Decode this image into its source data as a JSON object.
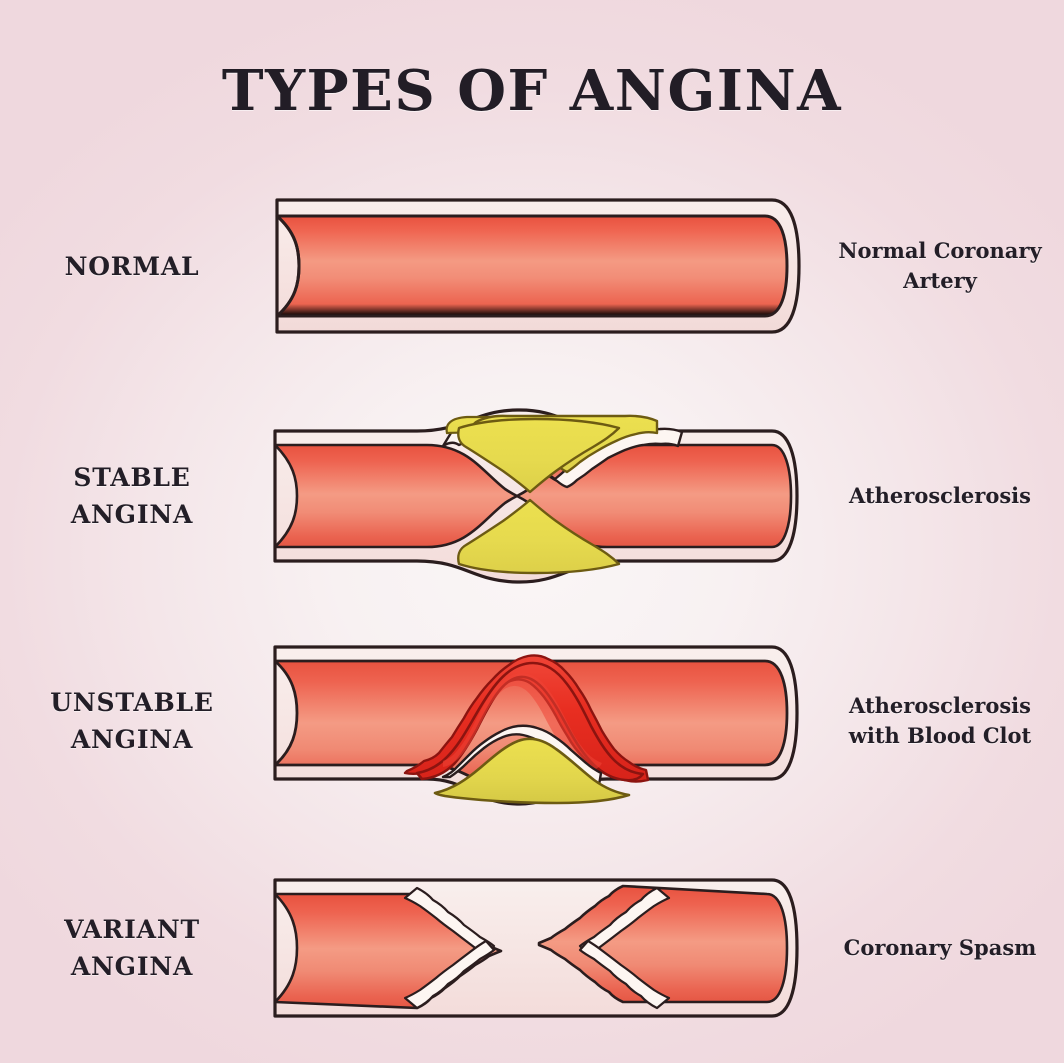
{
  "poster": {
    "title": "TYPES OF ANGINA",
    "background_color": "#f2dde1",
    "background_center_color": "#faf6f6",
    "text_color": "#231e27"
  },
  "palette": {
    "lumen_dark": "#ee5a48",
    "lumen_mid": "#f3947d",
    "wall_fill": "#f7e7e6",
    "wall_outline": "#2b1d1e",
    "plaque_yellow": "#e7dc50",
    "plaque_outline": "#6d5b12",
    "clot_red": "#e62a1d",
    "clot_outline": "#8c1410",
    "intima_white": "#fdf6f2"
  },
  "rows": [
    {
      "id": "normal",
      "left_label": [
        "NORMAL"
      ],
      "right_label": [
        "Normal Coronary",
        "Artery"
      ],
      "illustration": "normal-artery",
      "description": "Open artery with unobstructed red lumen"
    },
    {
      "id": "stable-angina",
      "left_label": [
        "STABLE",
        "ANGINA"
      ],
      "right_label": [
        "Atherosclerosis"
      ],
      "illustration": "stable-angina-artery",
      "description": "Yellow plaque on top and bottom walls narrowing the lumen"
    },
    {
      "id": "unstable-angina",
      "left_label": [
        "UNSTABLE",
        "ANGINA"
      ],
      "right_label": [
        "Atherosclerosis",
        "with Blood Clot"
      ],
      "illustration": "unstable-angina-artery",
      "description": "Yellow plaque with bright red blood clot blocking the lumen"
    },
    {
      "id": "variant-angina",
      "left_label": [
        "VARIANT",
        "ANGINA"
      ],
      "right_label": [
        "Coronary Spasm"
      ],
      "illustration": "variant-angina-artery",
      "description": "Artery walls constricted in spasm forming an hourglass"
    }
  ]
}
